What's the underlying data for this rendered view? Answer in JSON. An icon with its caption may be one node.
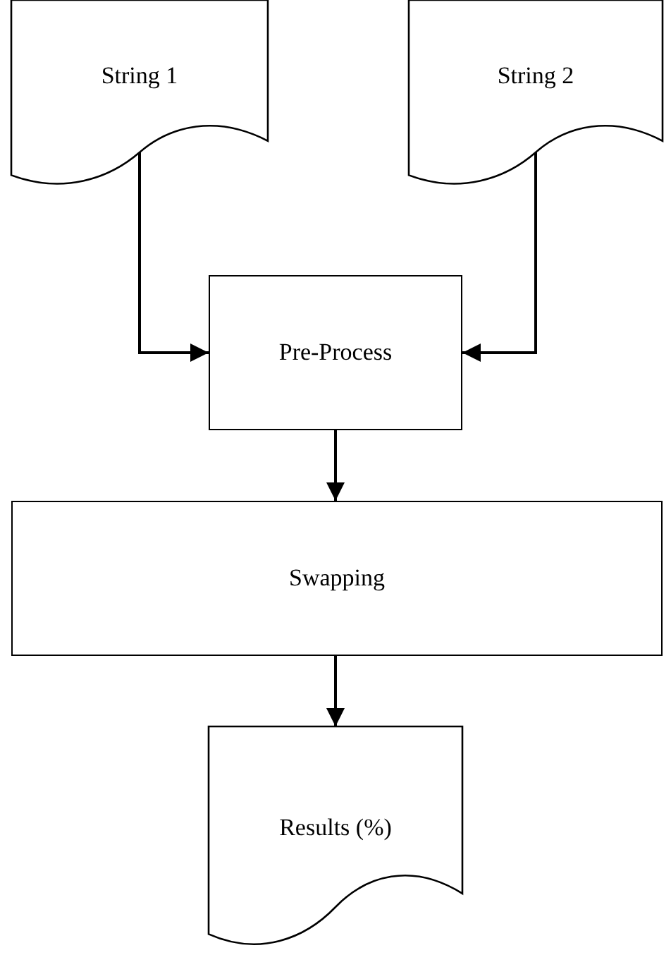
{
  "diagram": {
    "nodes": [
      {
        "text": [
          "String 1"
        ]
      },
      {
        "text": [
          "String 2"
        ]
      },
      {
        "text": [
          "Pre-Process"
        ]
      },
      {
        "text": [
          "Swapping"
        ]
      },
      {
        "text": [
          "Results (%)"
        ]
      }
    ],
    "edges": [
      {
        "from": 0,
        "to": 2,
        "arrow": "to"
      },
      {
        "from": 1,
        "to": 2,
        "arrow": "to"
      },
      {
        "from": 2,
        "to": 3,
        "arrow": "to"
      },
      {
        "from": 3,
        "to": 4,
        "arrow": "to"
      }
    ]
  }
}
